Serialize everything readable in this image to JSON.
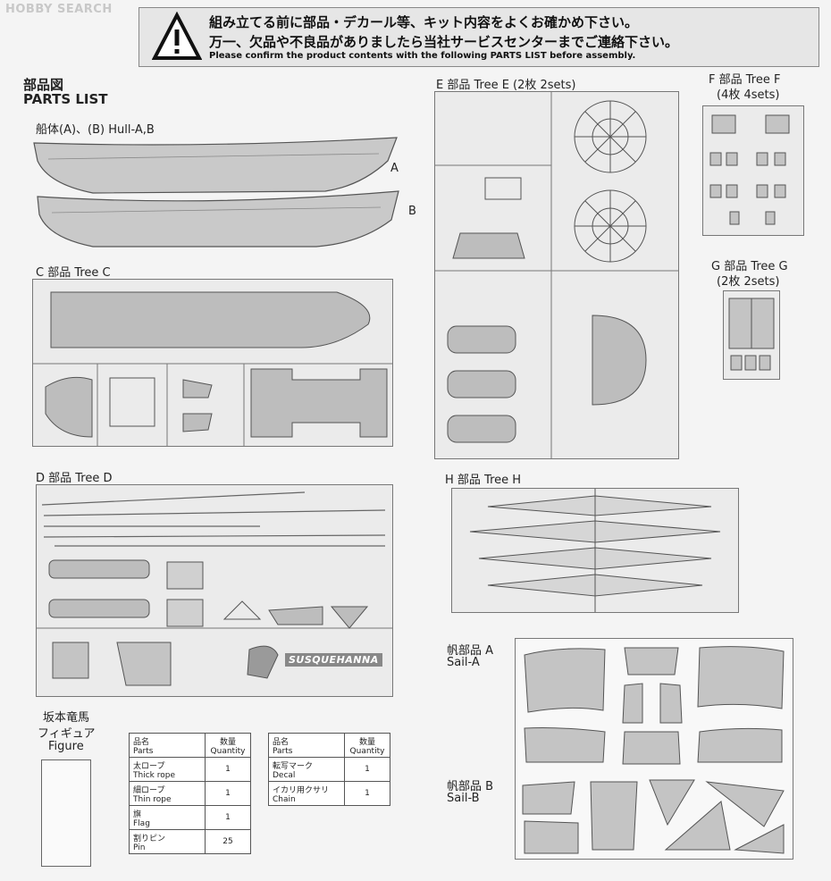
{
  "watermark": "HOBBY SEARCH",
  "notice": {
    "line1": "組み立てる前に部品・デカール等、キット内容をよくお確かめ下さい。",
    "line2": "万一、欠品や不良品がありましたら当社サービスセンターまでご連絡下さい。",
    "line3": "Please confirm the product contents with the following PARTS LIST before assembly.",
    "icon": "warning-triangle-icon"
  },
  "header": {
    "title_jp": "部品図",
    "title_en": "PARTS LIST"
  },
  "hull": {
    "label": "船体(A)、(B) Hull-A,B",
    "label_a": "A",
    "label_b": "B"
  },
  "tree_c": {
    "label": "C 部品 Tree C"
  },
  "tree_d": {
    "label": "D 部品 Tree D",
    "nameplate": "SUSQUEHANNA"
  },
  "tree_e": {
    "label": "E 部品 Tree E (2枚 2sets)"
  },
  "tree_f": {
    "label_line1": "F 部品 Tree F",
    "label_line2": "(4枚 4sets)"
  },
  "tree_g": {
    "label_line1": "G 部品 Tree G",
    "label_line2": "(2枚 2sets)"
  },
  "tree_h": {
    "label": "H 部品 Tree H"
  },
  "sail_a": {
    "label_jp": "帆部品 A",
    "label_en": "Sail-A"
  },
  "sail_b": {
    "label_jp": "帆部品 B",
    "label_en": "Sail-B"
  },
  "figure": {
    "line1": "坂本竜馬",
    "line2": "フィギュア",
    "line3": "Figure"
  },
  "table1": {
    "h_parts_jp": "品名",
    "h_parts_en": "Parts",
    "h_qty_jp": "数量",
    "h_qty_en": "Quantity",
    "rows": [
      {
        "jp": "太ロープ",
        "en": "Thick rope",
        "qty": "1"
      },
      {
        "jp": "細ロープ",
        "en": "Thin rope",
        "qty": "1"
      },
      {
        "jp": "旗",
        "en": "Flag",
        "qty": "1"
      },
      {
        "jp": "割りピン",
        "en": "Pin",
        "qty": "25"
      }
    ]
  },
  "table2": {
    "h_parts_jp": "品名",
    "h_parts_en": "Parts",
    "h_qty_jp": "数量",
    "h_qty_en": "Quantity",
    "rows": [
      {
        "jp": "転写マーク",
        "en": "Decal",
        "qty": "1"
      },
      {
        "jp": "イカリ用クサリ",
        "en": "Chain",
        "qty": "1"
      }
    ]
  }
}
